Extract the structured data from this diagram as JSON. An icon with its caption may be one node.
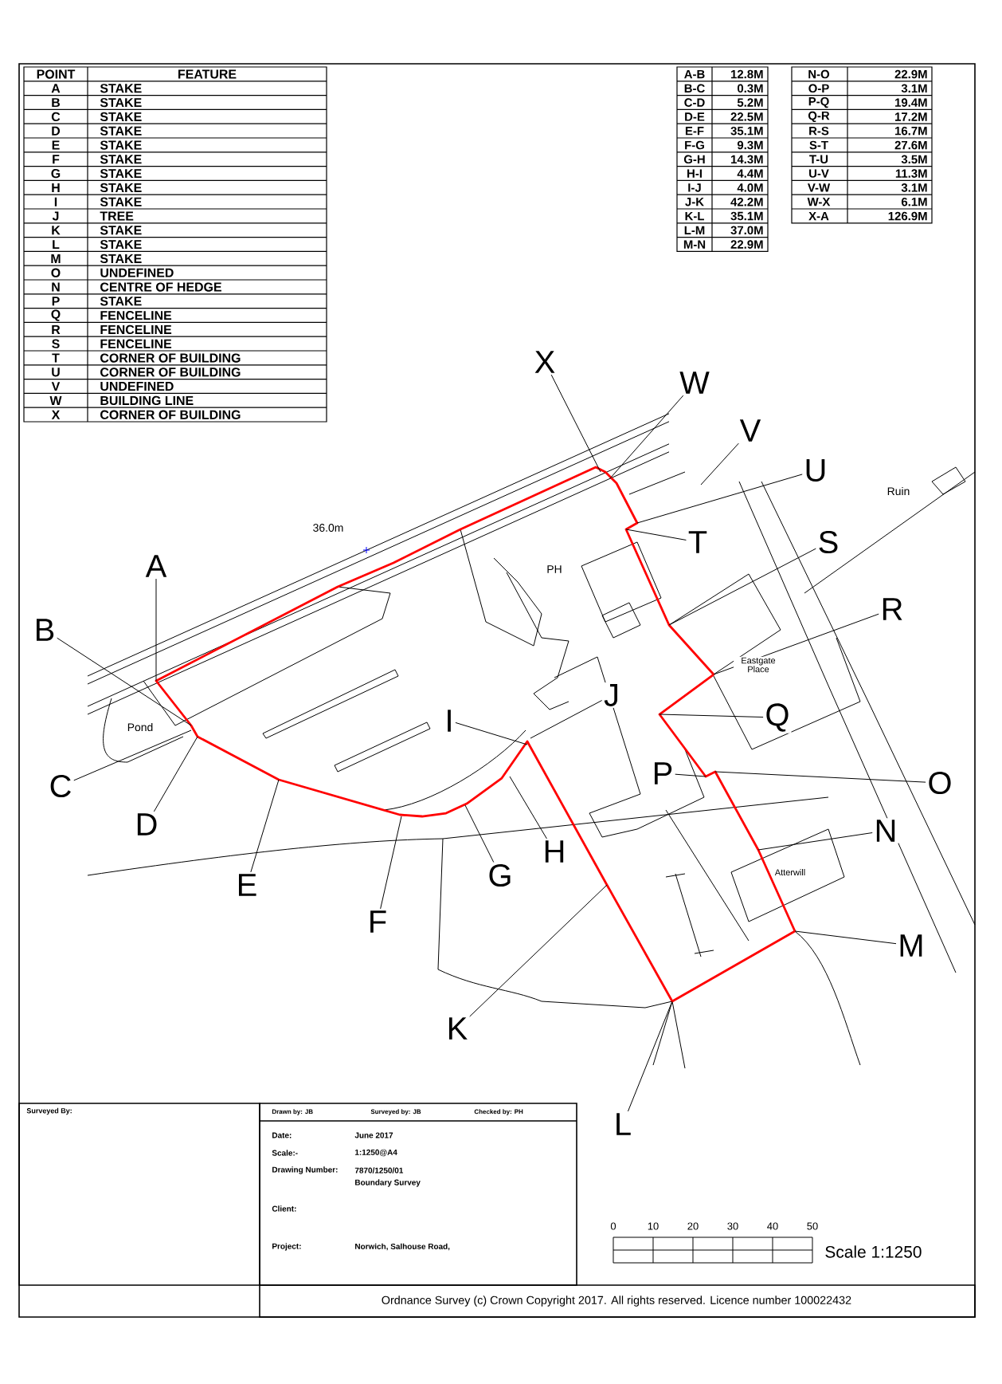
{
  "diagram": {
    "nodes": [
      {
        "text": [
          "A"
        ]
      },
      {
        "text": [
          "B"
        ]
      },
      {
        "text": [
          "C"
        ]
      },
      {
        "text": [
          "D"
        ]
      },
      {
        "text": [
          "E"
        ]
      },
      {
        "text": [
          "F"
        ]
      },
      {
        "text": [
          "G"
        ]
      },
      {
        "text": [
          "H"
        ]
      },
      {
        "text": [
          "I"
        ]
      },
      {
        "text": [
          "J"
        ]
      },
      {
        "text": [
          "K"
        ]
      },
      {
        "text": [
          "L"
        ]
      },
      {
        "text": [
          "M"
        ]
      },
      {
        "text": [
          "N"
        ]
      },
      {
        "text": [
          "O"
        ]
      },
      {
        "text": [
          "P"
        ]
      },
      {
        "text": [
          "Q"
        ]
      },
      {
        "text": [
          "R"
        ]
      },
      {
        "text": [
          "S"
        ]
      },
      {
        "text": [
          "T"
        ]
      },
      {
        "text": [
          "U"
        ]
      },
      {
        "text": [
          "V"
        ]
      },
      {
        "text": [
          "W"
        ]
      },
      {
        "text": [
          "X"
        ]
      }
    ],
    "edges": [
      {
        "from": 0,
        "to": null,
        "arrow": "none"
      },
      {
        "from": 1,
        "to": null,
        "arrow": "none"
      },
      {
        "from": 2,
        "to": null,
        "arrow": "none"
      },
      {
        "from": 3,
        "to": null,
        "arrow": "none"
      },
      {
        "from": 4,
        "to": null,
        "arrow": "none"
      },
      {
        "from": 5,
        "to": null,
        "arrow": "none"
      },
      {
        "from": 6,
        "to": null,
        "arrow": "none"
      },
      {
        "from": 7,
        "to": null,
        "arrow": "none"
      },
      {
        "from": 8,
        "to": null,
        "arrow": "none"
      },
      {
        "from": 9,
        "to": null,
        "arrow": "none"
      },
      {
        "from": 10,
        "to": null,
        "arrow": "none"
      },
      {
        "from": 11,
        "to": null,
        "arrow": "none"
      },
      {
        "from": 12,
        "to": null,
        "arrow": "none"
      },
      {
        "from": 13,
        "to": null,
        "arrow": "none"
      },
      {
        "from": 14,
        "to": null,
        "arrow": "none"
      },
      {
        "from": 15,
        "to": null,
        "arrow": "none"
      },
      {
        "from": 16,
        "to": null,
        "arrow": "none"
      },
      {
        "from": 17,
        "to": null,
        "arrow": "none"
      },
      {
        "from": 18,
        "to": null,
        "arrow": "none"
      },
      {
        "from": 19,
        "to": null,
        "arrow": "none"
      },
      {
        "from": 20,
        "to": null,
        "arrow": "none"
      },
      {
        "from": 21,
        "to": null,
        "arrow": "none"
      },
      {
        "from": 22,
        "to": null,
        "arrow": "none"
      },
      {
        "from": 23,
        "to": null,
        "arrow": "none"
      }
    ],
    "labels": [
      "POINT",
      "FEATURE",
      "A",
      "STAKE",
      "B",
      "STAKE",
      "C",
      "STAKE",
      "D",
      "STAKE",
      "E",
      "STAKE",
      "F",
      "STAKE",
      "G",
      "STAKE",
      "H",
      "STAKE",
      "I",
      "STAKE",
      "J",
      "TREE",
      "K",
      "STAKE",
      "L",
      "STAKE",
      "M",
      "STAKE",
      "O",
      "UNDEFINED",
      "N",
      "CENTRE OF HEDGE",
      "P",
      "STAKE",
      "Q",
      "FENCELINE",
      "R",
      "FENCELINE",
      "S",
      "FENCELINE",
      "T",
      "CORNER OF BUILDING",
      "U",
      "CORNER OF BUILDING",
      "V",
      "UNDEFINED",
      "W",
      "BUILDING LINE",
      "X",
      "CORNER OF BUILDING",
      "A-B",
      "12.8M",
      "B-C",
      "0.3M",
      "C-D",
      "5.2M",
      "D-E",
      "22.5M",
      "E-F",
      "35.1M",
      "F-G",
      "9.3M",
      "G-H",
      "14.3M",
      "H-I",
      "4.4M",
      "I-J",
      "4.0M",
      "J-K",
      "42.2M",
      "K-L",
      "35.1M",
      "L-M",
      "37.0M",
      "M-N",
      "22.9M",
      "N-O",
      "22.9M",
      "O-P",
      "3.1M",
      "P-Q",
      "19.4M",
      "Q-R",
      "17.2M",
      "R-S",
      "16.7M",
      "S-T",
      "27.6M",
      "T-U",
      "3.5M",
      "U-V",
      "11.3M",
      "V-W",
      "3.1M",
      "W-X",
      "6.1M",
      "X-A",
      "126.9M",
      "36.0m",
      "PH",
      "Ruin",
      "Pond",
      "Eastgate Place",
      "Atterwill",
      "Surveyed By:",
      "Drawn by: JB",
      "Surveyed by: JB",
      "Checked by: PH",
      "Date:",
      "June 2017",
      "Scale:-",
      "1:1250@A4",
      "Drawing Number:",
      "7870/1250/01",
      "Boundary Survey",
      "Client:",
      "Project:",
      "Norwich, Salhouse Road,",
      "0",
      "10",
      "20",
      "30",
      "40",
      "50",
      "Scale 1:1250",
      "Ordnance Survey (c) Crown Copyright 2017. All rights reserved. Licence number 100022432"
    ]
  }
}
